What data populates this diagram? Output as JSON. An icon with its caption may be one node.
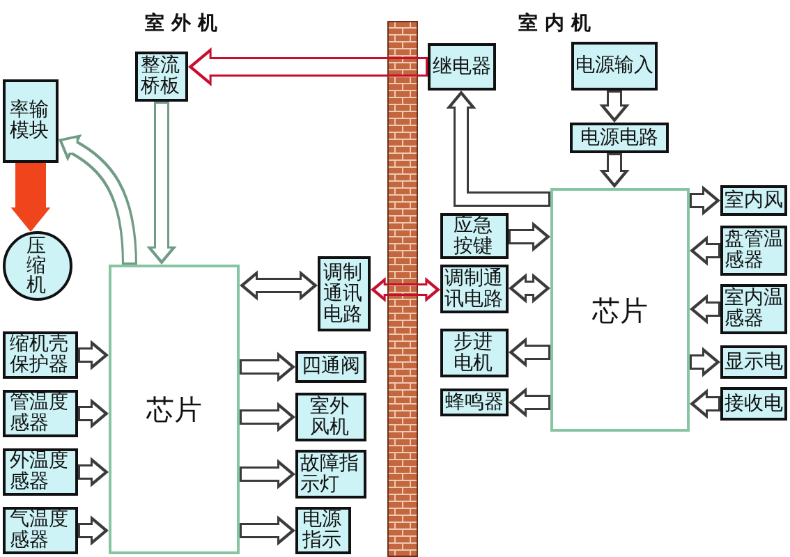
{
  "diagram": {
    "nodes": [
      {
        "text": [
          "率输模块"
        ]
      },
      {
        "text": [
          "压缩机"
        ]
      },
      {
        "text": [
          "整流桥板"
        ]
      },
      {
        "text": [
          "继电器"
        ]
      },
      {
        "text": [
          "电源输入"
        ]
      },
      {
        "text": [
          "电源电路"
        ]
      },
      {
        "text": [
          "芯片"
        ]
      },
      {
        "text": [
          "缩机壳保护器"
        ]
      },
      {
        "text": [
          "管温度感器"
        ]
      },
      {
        "text": [
          "外温度感器"
        ]
      },
      {
        "text": [
          "气温度感器"
        ]
      },
      {
        "text": [
          "调制通讯电路"
        ]
      },
      {
        "text": [
          "四通阀"
        ]
      },
      {
        "text": [
          "室外风机"
        ]
      },
      {
        "text": [
          "故障指示灯"
        ]
      },
      {
        "text": [
          "电源指示"
        ]
      },
      {
        "text": [
          "芯片"
        ]
      },
      {
        "text": [
          "应急按键"
        ]
      },
      {
        "text": [
          "调制通讯电路"
        ]
      },
      {
        "text": [
          "步进电机"
        ]
      },
      {
        "text": [
          "蜂鸣器"
        ]
      },
      {
        "text": [
          "室内风"
        ]
      },
      {
        "text": [
          "盘管温感器"
        ]
      },
      {
        "text": [
          "室内温感器"
        ]
      },
      {
        "text": [
          "显示电"
        ]
      },
      {
        "text": [
          "接收电"
        ]
      }
    ],
    "edges": [
      {
        "from": 3,
        "to": 2,
        "arrow": "to",
        "color": "#c8102e"
      },
      {
        "from": 2,
        "to": 6,
        "arrow": "to",
        "color": "#6f9c85"
      },
      {
        "from": 6,
        "to": 0,
        "arrow": "to",
        "color": "#6f9c85"
      },
      {
        "from": 0,
        "to": 1,
        "arrow": "to",
        "style": "thick",
        "color": "#f0441c"
      },
      {
        "from": 7,
        "to": 6,
        "arrow": "to"
      },
      {
        "from": 8,
        "to": 6,
        "arrow": "to"
      },
      {
        "from": 9,
        "to": 6,
        "arrow": "to"
      },
      {
        "from": 10,
        "to": 6,
        "arrow": "to"
      },
      {
        "from": 6,
        "to": 11,
        "arrow": "both"
      },
      {
        "from": 6,
        "to": 12,
        "arrow": "to"
      },
      {
        "from": 6,
        "to": 13,
        "arrow": "to"
      },
      {
        "from": 6,
        "to": 14,
        "arrow": "to"
      },
      {
        "from": 6,
        "to": 15,
        "arrow": "to"
      },
      {
        "from": 11,
        "to": 18,
        "arrow": "both",
        "color": "#c8102e"
      },
      {
        "from": 16,
        "to": 3,
        "arrow": "to"
      },
      {
        "from": 4,
        "to": 5,
        "arrow": "to"
      },
      {
        "from": 5,
        "to": 16,
        "arrow": "to"
      },
      {
        "from": 17,
        "to": 16,
        "arrow": "to"
      },
      {
        "from": 18,
        "to": 16,
        "arrow": "both"
      },
      {
        "from": 16,
        "to": 19,
        "arrow": "to"
      },
      {
        "from": 16,
        "to": 20,
        "arrow": "to"
      },
      {
        "from": 16,
        "to": 21,
        "arrow": "to"
      },
      {
        "from": 22,
        "to": 16,
        "arrow": "to"
      },
      {
        "from": 23,
        "to": 16,
        "arrow": "to"
      },
      {
        "from": 16,
        "to": 24,
        "arrow": "to"
      },
      {
        "from": 25,
        "to": 16,
        "arrow": "to"
      }
    ],
    "labels": [
      "室外机",
      "室内机"
    ]
  }
}
